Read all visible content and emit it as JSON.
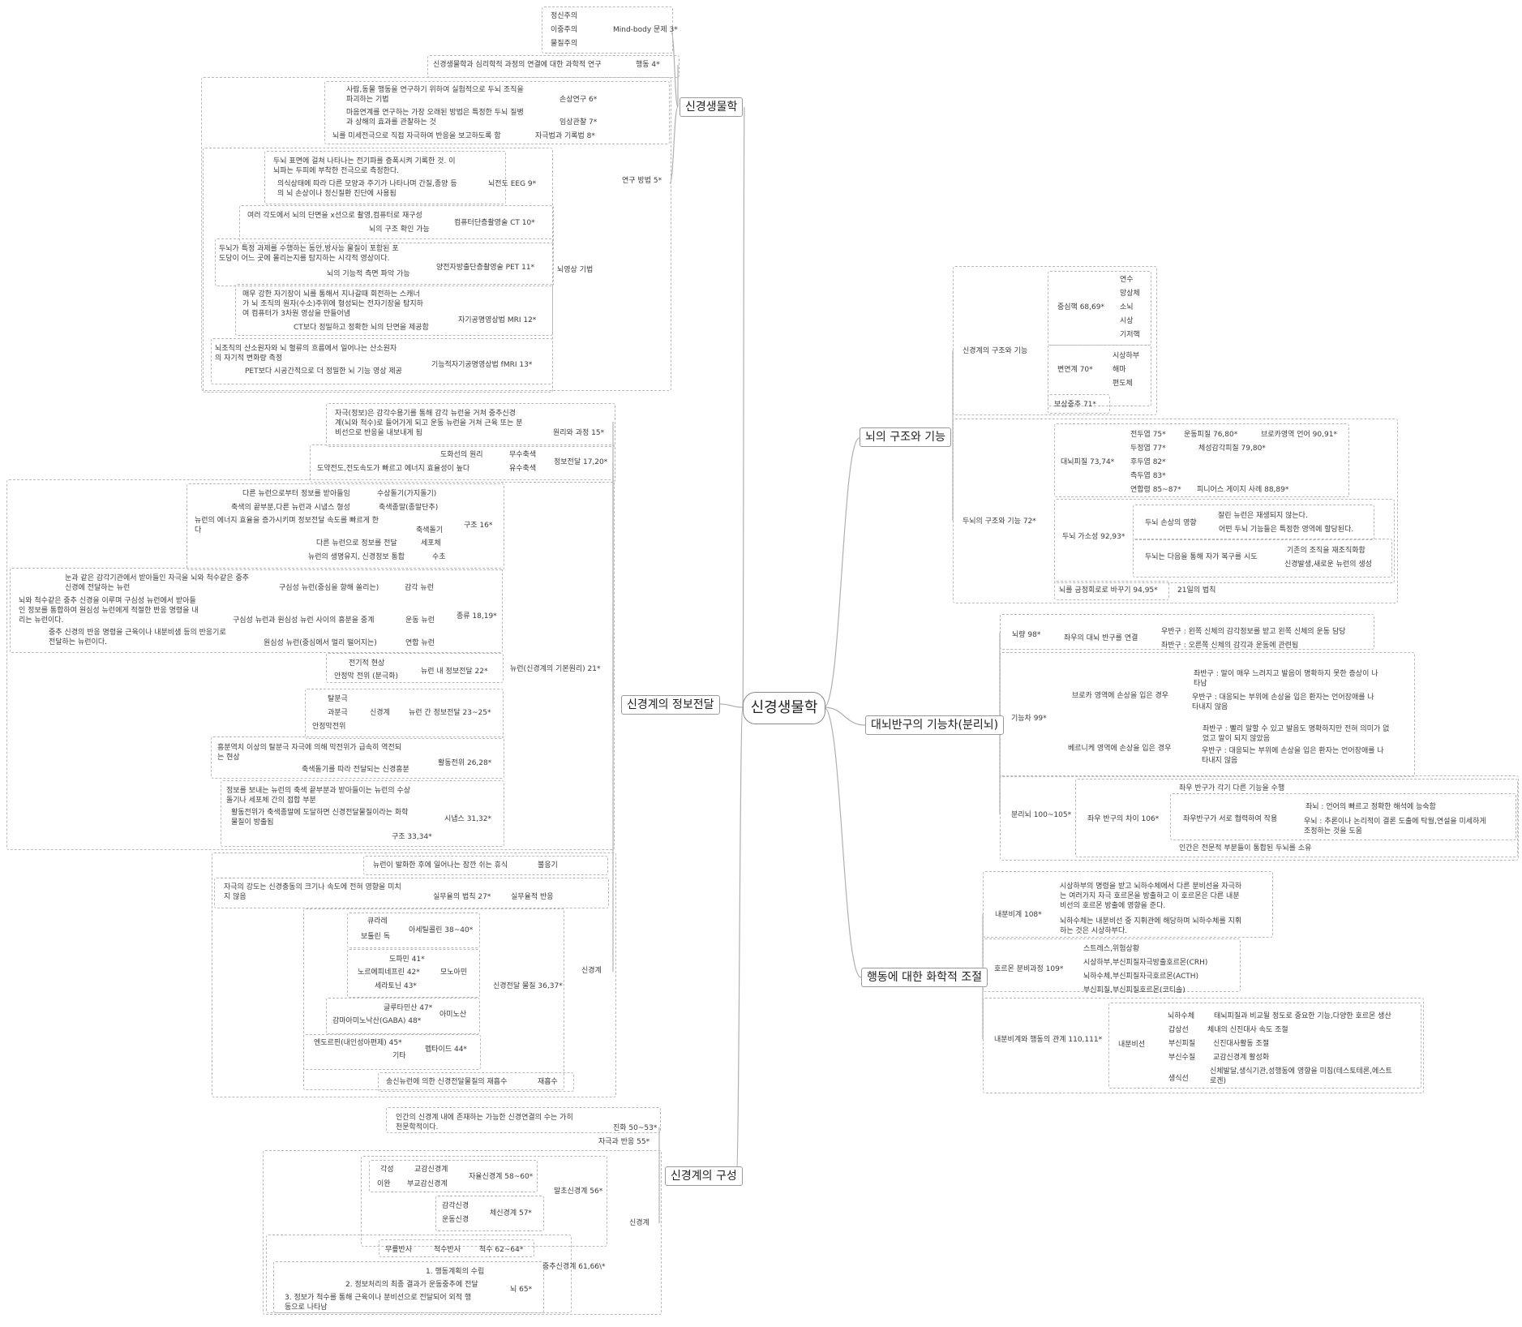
{
  "root": "신경생물학",
  "main_branches": [
    "신경생물학",
    "신경계의 정보전달",
    "신경계의 구성",
    "뇌의 구조와 기능",
    "대뇌반구의 기능차(분리뇌)",
    "행동에 대한 화학적 조절"
  ],
  "labels": [
    {
      "id": "a1",
      "text": "정신주의"
    },
    {
      "id": "a2",
      "text": "이중주의"
    },
    {
      "id": "a3",
      "text": "물질주의"
    },
    {
      "id": "a4",
      "text": "Mind-body 문제 3*"
    },
    {
      "id": "a5",
      "text": "신경생물학과 심리학적 과정의 연결에 대한 과학적 연구"
    },
    {
      "id": "a6",
      "text": "행동 4*"
    },
    {
      "id": "a7",
      "text": "사람,동물 행동을 연구하기 위하여 실험적으로 두뇌 조직을\n파괴하는 기법"
    },
    {
      "id": "a8",
      "text": "손상연구 6*"
    },
    {
      "id": "a9",
      "text": "마음연계를 연구하는 가장 오래된 방법은 특정한 두뇌 질병\n과 상해의 효과를 관찰하는 것"
    },
    {
      "id": "a10",
      "text": "임상관찰 7*"
    },
    {
      "id": "a11",
      "text": "뇌를 미세전극으로 직접 자극하여 반응을 보고하도록 함"
    },
    {
      "id": "a12",
      "text": "자극법과 기록법 8*"
    },
    {
      "id": "a13",
      "text": "연구 방법 5*"
    },
    {
      "id": "a14",
      "text": "두뇌 표면에 걸쳐 나타나는 전기파를 증폭시켜 기록한 것. 이\n뇌파는 두피에 부착한 전극으로 측정한다."
    },
    {
      "id": "a15",
      "text": "의식상태에 따라 다른 모양과 주기가 나타나며 간질,종양 등\n의 뇌 손상이나 정신질환 진단에 사용됨"
    },
    {
      "id": "a16",
      "text": "뇌전도 EEG 9*"
    },
    {
      "id": "a17",
      "text": "여러 각도에서 뇌의 단면을 x선으로 촬영,컴퓨터로 재구성"
    },
    {
      "id": "a18",
      "text": "컴퓨터단층촬영술 CT 10*"
    },
    {
      "id": "a19",
      "text": "뇌의 구조 확인 가능"
    },
    {
      "id": "a20",
      "text": "두뇌가 특정 과제를 수행하는 동안,방사능 물질이 포함된 포\n도당이 어느 곳에 몰리는지를 탐지하는 시각적 영상이다."
    },
    {
      "id": "a21",
      "text": "양전자방출단층촬영술 PET 11*"
    },
    {
      "id": "a22",
      "text": "뇌의 기능적 측면 파악 가능"
    },
    {
      "id": "a23",
      "text": "뇌영상 기법"
    },
    {
      "id": "a24",
      "text": "매우 강한 자기장이 뇌를 통해서 지나갈때 회전하는 스캐너\n가 뇌 조직의 원자(수소)주위에 형성되는 전자기장을 탐지하\n여 컴퓨터가 3차원 영상을 만들어냄"
    },
    {
      "id": "a25",
      "text": "자기공명영상법 MRI 12*"
    },
    {
      "id": "a26",
      "text": "CT보다 정밀하고 정확한 뇌의 단면을 제공함"
    },
    {
      "id": "a27",
      "text": "뇌조직의 산소원자와 뇌 혈류의 흐름에서 일어나는 산소원자\n의 자기적 변화량 측정"
    },
    {
      "id": "a28",
      "text": "기능적자기공명영상법 fMRI 13*"
    },
    {
      "id": "a29",
      "text": "PET보다 시공간적으로 더 정밀한 뇌 기능 영상 제공"
    },
    {
      "id": "b1",
      "text": "자극(정보)은 감각수용기를 통해 감각 뉴런을 거쳐 중추신경\n계(뇌와 척수)로 들어가게 되고 운동 뉴런을 거쳐 근육 또는 분\n비선으로 반응을 내보내게 됨"
    },
    {
      "id": "b2",
      "text": "원리와 과정 15*"
    },
    {
      "id": "b3",
      "text": "도화선의 원리"
    },
    {
      "id": "b4",
      "text": "무수축색"
    },
    {
      "id": "b5",
      "text": "정보전달 17,20*"
    },
    {
      "id": "b6",
      "text": "도약전도,전도속도가 빠르고 에너지 효율성이 높다"
    },
    {
      "id": "b7",
      "text": "유수축색"
    },
    {
      "id": "b8",
      "text": "다른 뉴런으로부터 정보를 받아들임"
    },
    {
      "id": "b9",
      "text": "수상돌기(가지돌기)"
    },
    {
      "id": "b10",
      "text": "축색의 끝부분,다른 뉴런과 시냅스 형성"
    },
    {
      "id": "b11",
      "text": "축색종말(종말단추)"
    },
    {
      "id": "b12",
      "text": "뉴런의 에너지 효율을 증가시키며 정보전달 속도를 빠르게 한\n다"
    },
    {
      "id": "b13",
      "text": "축색돌기"
    },
    {
      "id": "b14",
      "text": "구조 16*"
    },
    {
      "id": "b15",
      "text": "다른 뉴런으로 정보를 전달"
    },
    {
      "id": "b16",
      "text": "세포체"
    },
    {
      "id": "b17",
      "text": "뉴런의 생명유지, 신경정보 통합"
    },
    {
      "id": "b18",
      "text": "수초"
    },
    {
      "id": "b19",
      "text": "눈과 같은 감각기관에서 받아들인 자극을 뇌와 척수같은 중추\n신경에 전달하는 뉴런"
    },
    {
      "id": "b20",
      "text": "구심성 뉴런(중심을 향해 쏠리는)"
    },
    {
      "id": "b21",
      "text": "감각 뉴런"
    },
    {
      "id": "b22",
      "text": "뇌와 척수같은 중추 신경을 이루며 구심성 뉴런에서 받아들\n인 정보를 통합하여 원심성 뉴런에게 적절한 반응 명령을 내\n리는 뉴런이다."
    },
    {
      "id": "b23",
      "text": "구심성 뉴런과 원심성 뉴런 사이의 흥분을 중계"
    },
    {
      "id": "b24",
      "text": "운동 뉴런"
    },
    {
      "id": "b25",
      "text": "종류 18,19*"
    },
    {
      "id": "b26",
      "text": "중추 신경의 반응 명령을 근육이나 내분비샘 등의 반응기로\n전달하는 뉴런이다."
    },
    {
      "id": "b27",
      "text": "원심성 뉴런(중심에서 멀리 떨어지는)"
    },
    {
      "id": "b28",
      "text": "연합 뉴런"
    },
    {
      "id": "b29",
      "text": "뉴런(신경계의 기본원리) 21*"
    },
    {
      "id": "b30",
      "text": "전기적 현상"
    },
    {
      "id": "b31",
      "text": "안정막 전위 (분극화)"
    },
    {
      "id": "b32",
      "text": "뉴런 내 정보전달 22*"
    },
    {
      "id": "b33",
      "text": "탈분극"
    },
    {
      "id": "b34",
      "text": "과분극"
    },
    {
      "id": "b35",
      "text": "신경계"
    },
    {
      "id": "b36",
      "text": "뉴런 간 정보전달 23~25*"
    },
    {
      "id": "b37",
      "text": "안정막전위"
    },
    {
      "id": "b38",
      "text": "흥분역치 이상의 탈분극 자극에 의해 막전위가 급속히 역전되\n는 현상"
    },
    {
      "id": "b39",
      "text": "활동전위 26,28*"
    },
    {
      "id": "b40",
      "text": "축색돌기를 따라 전달되는 신경흥분"
    },
    {
      "id": "b41",
      "text": "정보를 보내는 뉴런의 축색 끝부분과 받아들이는 뉴런의 수상\n돌기나 세포체 간의 접합 부분"
    },
    {
      "id": "b42",
      "text": "활동전위가 축색종말에 도달하면 신경전달물질이라는 화학\n물질이 방출됨"
    },
    {
      "id": "b43",
      "text": "시냅스 31,32*"
    },
    {
      "id": "b44",
      "text": "구조 33,34*"
    },
    {
      "id": "b45",
      "text": "뉴런이 발화한 후에 일어나는 잠깐 쉬는 휴식"
    },
    {
      "id": "b46",
      "text": "불응기"
    },
    {
      "id": "b47",
      "text": "자극의 강도는 신경충동의 크기나 속도에 전혀 영향을 미치\n지 않음"
    },
    {
      "id": "b48",
      "text": "실무율의 법칙 27*"
    },
    {
      "id": "b49",
      "text": "실무율적 반응"
    },
    {
      "id": "b50",
      "text": "큐라레"
    },
    {
      "id": "b51",
      "text": "보툴린 독"
    },
    {
      "id": "b52",
      "text": "아세틸콜린 38~40*"
    },
    {
      "id": "b53",
      "text": "도파민 41*"
    },
    {
      "id": "b54",
      "text": "노르에피네프린 42*"
    },
    {
      "id": "b55",
      "text": "모노아민"
    },
    {
      "id": "b56",
      "text": "세라토닌 43*"
    },
    {
      "id": "b57",
      "text": "신경전달 물질 36,37*"
    },
    {
      "id": "b58",
      "text": "신경계"
    },
    {
      "id": "b59",
      "text": "글루타민산 47*"
    },
    {
      "id": "b60",
      "text": "감마아미노낙산(GABA) 48*"
    },
    {
      "id": "b61",
      "text": "아미노산"
    },
    {
      "id": "b62",
      "text": "엔도르핀(내인성아편제) 45*"
    },
    {
      "id": "b63",
      "text": "펩타이드 44*"
    },
    {
      "id": "b64",
      "text": "기타"
    },
    {
      "id": "b65",
      "text": "송신뉴런에 의한 신경전달물질의 재흡수"
    },
    {
      "id": "b66",
      "text": "재흡수"
    },
    {
      "id": "c1",
      "text": "인간의 신경계 내에 존재하는 가능한 신경연결의 수는 가히\n천문학적이다."
    },
    {
      "id": "c2",
      "text": "진화 50~53*"
    },
    {
      "id": "c3",
      "text": "자극과 반응 55*"
    },
    {
      "id": "c4",
      "text": "각성"
    },
    {
      "id": "c5",
      "text": "교감신경계"
    },
    {
      "id": "c6",
      "text": "자율신경계 58~60*"
    },
    {
      "id": "c7",
      "text": "이완"
    },
    {
      "id": "c8",
      "text": "부교감신경계"
    },
    {
      "id": "c9",
      "text": "말초신경계 56*"
    },
    {
      "id": "c10",
      "text": "감각신경"
    },
    {
      "id": "c11",
      "text": "체신경계 57*"
    },
    {
      "id": "c12",
      "text": "운동신경"
    },
    {
      "id": "c13",
      "text": "신경계"
    },
    {
      "id": "c14",
      "text": "무릎반사"
    },
    {
      "id": "c15",
      "text": "척수반사"
    },
    {
      "id": "c16",
      "text": "척수 62~64*"
    },
    {
      "id": "c17",
      "text": "중추신경계 61,66\\*"
    },
    {
      "id": "c18",
      "text": "1. 행동계획의 수립"
    },
    {
      "id": "c19",
      "text": "2. 정보처리의 최종 결과가 운동중추에 전달"
    },
    {
      "id": "c20",
      "text": "뇌 65*"
    },
    {
      "id": "c21",
      "text": "3. 정보가 척수를 통해 근육이나 분비선으로 전달되어 외적 행\n동으로 나타남"
    },
    {
      "id": "d1",
      "text": "연수"
    },
    {
      "id": "d2",
      "text": "망상체"
    },
    {
      "id": "d3",
      "text": "중심핵 68,69*"
    },
    {
      "id": "d4",
      "text": "소뇌"
    },
    {
      "id": "d5",
      "text": "시상"
    },
    {
      "id": "d6",
      "text": "기저핵"
    },
    {
      "id": "d7",
      "text": "신경계의 구조와 기능"
    },
    {
      "id": "d8",
      "text": "시상하부"
    },
    {
      "id": "d9",
      "text": "변연계 70*"
    },
    {
      "id": "d10",
      "text": "해마"
    },
    {
      "id": "d11",
      "text": "편도체"
    },
    {
      "id": "d12",
      "text": "보상중추 71*"
    },
    {
      "id": "d13",
      "text": "전두엽 75*"
    },
    {
      "id": "d14",
      "text": "운동피질 76,80*"
    },
    {
      "id": "d15",
      "text": "브로카영역 언어 90,91*"
    },
    {
      "id": "d16",
      "text": "두정엽 77*"
    },
    {
      "id": "d17",
      "text": "체성감각피질 79,80*"
    },
    {
      "id": "d18",
      "text": "대뇌피질 73,74*"
    },
    {
      "id": "d19",
      "text": "후두엽 82*"
    },
    {
      "id": "d20",
      "text": "측두엽 83*"
    },
    {
      "id": "d21",
      "text": "연합령 85~87*"
    },
    {
      "id": "d22",
      "text": "피니어스 게이지 사례 88,89*"
    },
    {
      "id": "d23",
      "text": "두뇌의 구조와 기능 72*"
    },
    {
      "id": "d24",
      "text": "잘린 뉴런은 재생되지 않는다."
    },
    {
      "id": "d25",
      "text": "두뇌 손상의 영향"
    },
    {
      "id": "d26",
      "text": "어떤 두뇌 기능들은 특정한 영역에 할당된다."
    },
    {
      "id": "d27",
      "text": "두뇌 가소성 92,93*"
    },
    {
      "id": "d28",
      "text": "기존의 조직을 재조직화함"
    },
    {
      "id": "d29",
      "text": "두뇌는 다음을 통해 자가 복구를 시도"
    },
    {
      "id": "d30",
      "text": "신경발생,새로운 뉴런의 생성"
    },
    {
      "id": "d31",
      "text": "뇌를 긍정회로로 바꾸기 94,95*"
    },
    {
      "id": "d32",
      "text": "21일의 법칙"
    },
    {
      "id": "e1",
      "text": "우반구 : 왼쪽 신체의 감각정보를 받고 왼쪽 신체의 운동 담당"
    },
    {
      "id": "e2",
      "text": "뇌량 98*"
    },
    {
      "id": "e3",
      "text": "좌우의 대뇌 반구를 연결"
    },
    {
      "id": "e4",
      "text": "좌반구 : 오른쪽 신체의 감각과 운동에 관련됨"
    },
    {
      "id": "e5",
      "text": "좌반구 : 말이 매우 느려지고 발음이 명확하지 못한 증상이 나\n타남"
    },
    {
      "id": "e6",
      "text": "브로카 영역에 손상을 입은 경우"
    },
    {
      "id": "e7",
      "text": "우반구 : 대응되는 부위에 손상을 입은 환자는 언어장애를 나\n타내지 않음"
    },
    {
      "id": "e8",
      "text": "기능차 99*"
    },
    {
      "id": "e9",
      "text": "좌반구 : 빨리 말할 수 있고 발음도 명확하지만 전혀 의미가 없\n었고 말이 되지 않았음"
    },
    {
      "id": "e10",
      "text": "베르니케 영역에 손상을 입은 경우"
    },
    {
      "id": "e11",
      "text": "우반구 : 대응되는 부위에 손상을 입은 환자는 언어장애를 나\n타내지 않음"
    },
    {
      "id": "e12",
      "text": "좌우 반구가 각기 다른 기능을 수행"
    },
    {
      "id": "e13",
      "text": "좌뇌 : 언어의 빠르고 정확한 해석에 능숙함"
    },
    {
      "id": "e14",
      "text": "분리뇌 100~105*"
    },
    {
      "id": "e15",
      "text": "좌우 반구의 차이 106*"
    },
    {
      "id": "e16",
      "text": "좌우반구가 서로 협력하여 작용"
    },
    {
      "id": "e17",
      "text": "우뇌 : 추론이나 논리적이 결론 도출에 탁월,연설을 미세하게\n조정하는 것을 도움"
    },
    {
      "id": "e18",
      "text": "인간은 전문적 부분들이 통합된 두뇌를 소유"
    },
    {
      "id": "f1",
      "text": "시상하부의 명령을 받고 뇌하수체에서 다른 분비선을 자극하\n는 여러가지 자극 호르몬을 방출하고 이 호르몬은 다른 내분\n비선의 호르몬 방출에 영향을 준다."
    },
    {
      "id": "f2",
      "text": "내분비계 108*"
    },
    {
      "id": "f3",
      "text": "뇌하수체는 내분비선 중 지휘관에 해당하며 뇌하수체를 지휘\n하는 것은 시상하부다."
    },
    {
      "id": "f4",
      "text": "스트레스,위험상황"
    },
    {
      "id": "f5",
      "text": "시상하부,부신피질자극방출호르몬(CRH)"
    },
    {
      "id": "f6",
      "text": "호르몬 분비과정 109*"
    },
    {
      "id": "f7",
      "text": "뇌하수체,부신피질자극호르몬(ACTH)"
    },
    {
      "id": "f8",
      "text": "부신피질,부신피질호르몬(코티솔)"
    },
    {
      "id": "f9",
      "text": "뇌하수체"
    },
    {
      "id": "f10",
      "text": "태뇌피질과 비교될 정도로 중요한 기능,다양한 호르몬 생산"
    },
    {
      "id": "f11",
      "text": "갑상선"
    },
    {
      "id": "f12",
      "text": "체내의 신진대사 속도 조절"
    },
    {
      "id": "f13",
      "text": "내분비계와 행동의 관계 110,111*"
    },
    {
      "id": "f14",
      "text": "내분비선"
    },
    {
      "id": "f15",
      "text": "부신피질"
    },
    {
      "id": "f16",
      "text": "신진대사활동 조절"
    },
    {
      "id": "f17",
      "text": "부신수질"
    },
    {
      "id": "f18",
      "text": "교감신경계 활성화"
    },
    {
      "id": "f19",
      "text": "생식선"
    },
    {
      "id": "f20",
      "text": "신체발달,생식기관,성행동에 영향을 미침(테스토테론,에스트\n로겐)"
    }
  ]
}
